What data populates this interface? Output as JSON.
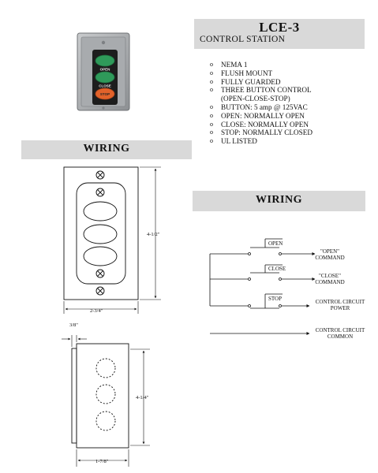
{
  "title": "LCE-3",
  "subtitle": "CONTROL STATION",
  "specs": [
    "NEMA 1",
    "FLUSH MOUNT",
    "FULLY GUARDED",
    "THREE BUTTON CONTROL",
    "BUTTON: 5 amp @ 125VAC",
    "OPEN: NORMALLY OPEN",
    "CLOSE: NORMALLY OPEN",
    "STOP: NORMALLY CLOSED",
    "UL LISTED"
  ],
  "spec_continuation": "(OPEN-CLOSE-STOP)",
  "bullet_glyph": "o",
  "section_heading_left": "WIRING",
  "section_heading_right": "WIRING",
  "photo": {
    "button_labels": [
      "OPEN",
      "CLOSE",
      "STOP"
    ],
    "button_colors": [
      "#2f9a5a",
      "#2f9a5a",
      "#e2622a"
    ]
  },
  "front_view": {
    "height_label": "4-1/2\"",
    "width_label": "2-3/4\""
  },
  "side_view": {
    "thickness_label": "3/8\"",
    "height_label": "4-1/4\"",
    "depth_label": "1-7/8\""
  },
  "wiring": {
    "switch_labels": [
      "OPEN",
      "CLOSE",
      "STOP"
    ],
    "outputs": [
      {
        "line1": "\"OPEN\"",
        "line2": "COMMAND"
      },
      {
        "line1": "\"CLOSE\"",
        "line2": "COMMAND"
      },
      {
        "line1": "CONTROL CIRCUIT",
        "line2": "POWER"
      },
      {
        "line1": "CONTROL CIRCUIT",
        "line2": "COMMON"
      }
    ]
  }
}
